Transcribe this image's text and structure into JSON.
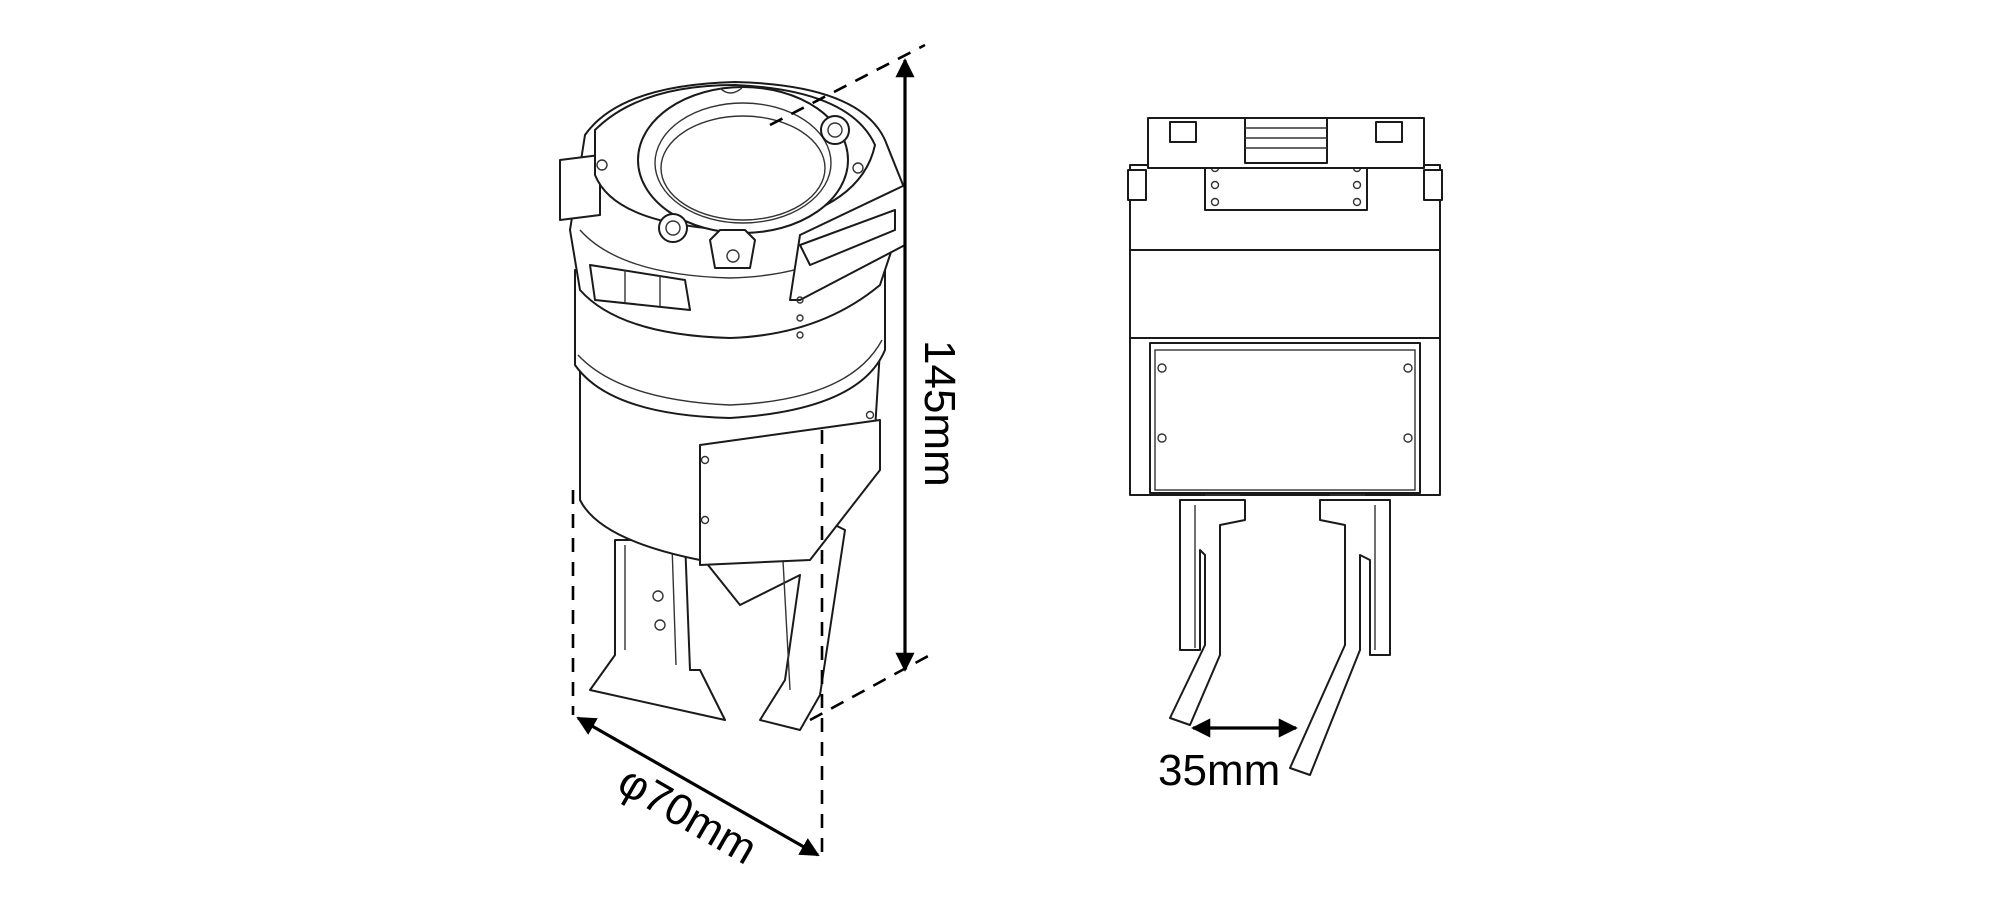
{
  "dimensions": {
    "height_label": "145mm",
    "diameter_label": "φ70mm",
    "stroke_label": "35mm"
  },
  "colors": {
    "line": "#1a1a1a",
    "background": "#ffffff"
  }
}
